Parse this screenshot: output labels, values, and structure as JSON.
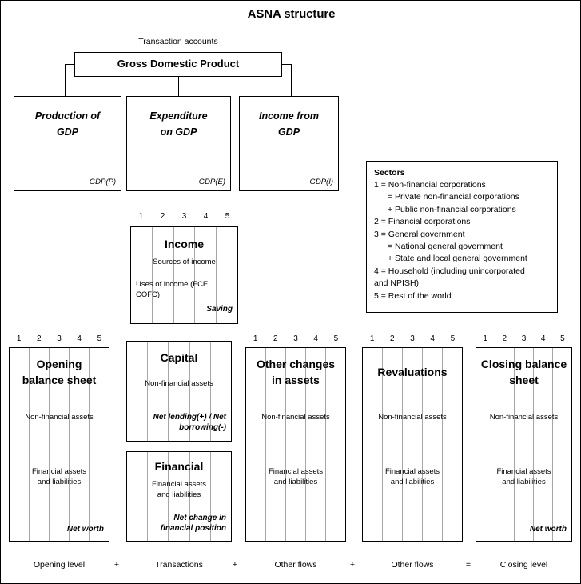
{
  "title": "ASNA structure",
  "transaction_accounts_label": "Transaction accounts",
  "gdp": {
    "label": "Gross Domestic Product",
    "children": [
      {
        "title_line1": "Production of",
        "title_line2": "GDP",
        "code": "GDP(P)"
      },
      {
        "title_line1": "Expenditure",
        "title_line2": "on GDP",
        "code": "GDP(E)"
      },
      {
        "title_line1": "Income from",
        "title_line2": "GDP",
        "code": "GDP(I)"
      }
    ]
  },
  "sectors": {
    "heading": "Sectors",
    "items": [
      {
        "text": "1 = Non-financial  corporations",
        "indent": false
      },
      {
        "text": "= Private non-financial corporations",
        "indent": true
      },
      {
        "text": "+ Public non-financial  corporations",
        "indent": true
      },
      {
        "text": "2 = Financial corporations",
        "indent": false
      },
      {
        "text": "3 = General government",
        "indent": false
      },
      {
        "text": "= National  general government",
        "indent": true
      },
      {
        "text": "+ State and local general government",
        "indent": true
      },
      {
        "text": "4 = Household (including unincorporated",
        "indent": false
      },
      {
        "text": "and NPISH)",
        "indent": false
      },
      {
        "text": "5 = Rest of the world",
        "indent": false
      }
    ]
  },
  "column_numbers": [
    "1",
    "2",
    "3",
    "4",
    "5"
  ],
  "income_box": {
    "title": "Income",
    "line1": "Sources of income",
    "line2": "Uses of income (FCE,",
    "line3": "COFC)",
    "balance": "Saving"
  },
  "opening_balance_sheet": {
    "title_line1": "Opening",
    "title_line2": "balance sheet",
    "line1": "Non-financial assets",
    "line2a": "Financial assets",
    "line2b": "and liabilities",
    "balance": "Net worth"
  },
  "capital_box": {
    "title": "Capital",
    "line1": "Non-financial assets",
    "balance_line1": "Net lending(+) / Net",
    "balance_line2": "borrowing(-)"
  },
  "financial_box": {
    "title": "Financial",
    "line1a": "Financial assets",
    "line1b": "and liabilities",
    "balance_line1": "Net change in",
    "balance_line2": "financial position"
  },
  "other_changes_box": {
    "title_line1": "Other changes",
    "title_line2": "in assets",
    "line1": "Non-financial assets",
    "line2a": "Financial assets",
    "line2b": "and liabilities"
  },
  "revaluations_box": {
    "title": "Revaluations",
    "line1": "Non-financial assets",
    "line2a": "Financial assets",
    "line2b": "and liabilities"
  },
  "closing_balance_sheet": {
    "title_line1": "Closing balance",
    "title_line2": "sheet",
    "line1": "Non-financial assets",
    "line2a": "Financial assets",
    "line2b": "and liabilities",
    "balance": "Net worth"
  },
  "footer": {
    "cells": [
      {
        "text": "Opening level"
      },
      {
        "text": "+"
      },
      {
        "text": "Transactions"
      },
      {
        "text": "+"
      },
      {
        "text": "Other flows"
      },
      {
        "text": "+"
      },
      {
        "text": "Other flows"
      },
      {
        "text": "="
      },
      {
        "text": "Closing level"
      }
    ]
  }
}
